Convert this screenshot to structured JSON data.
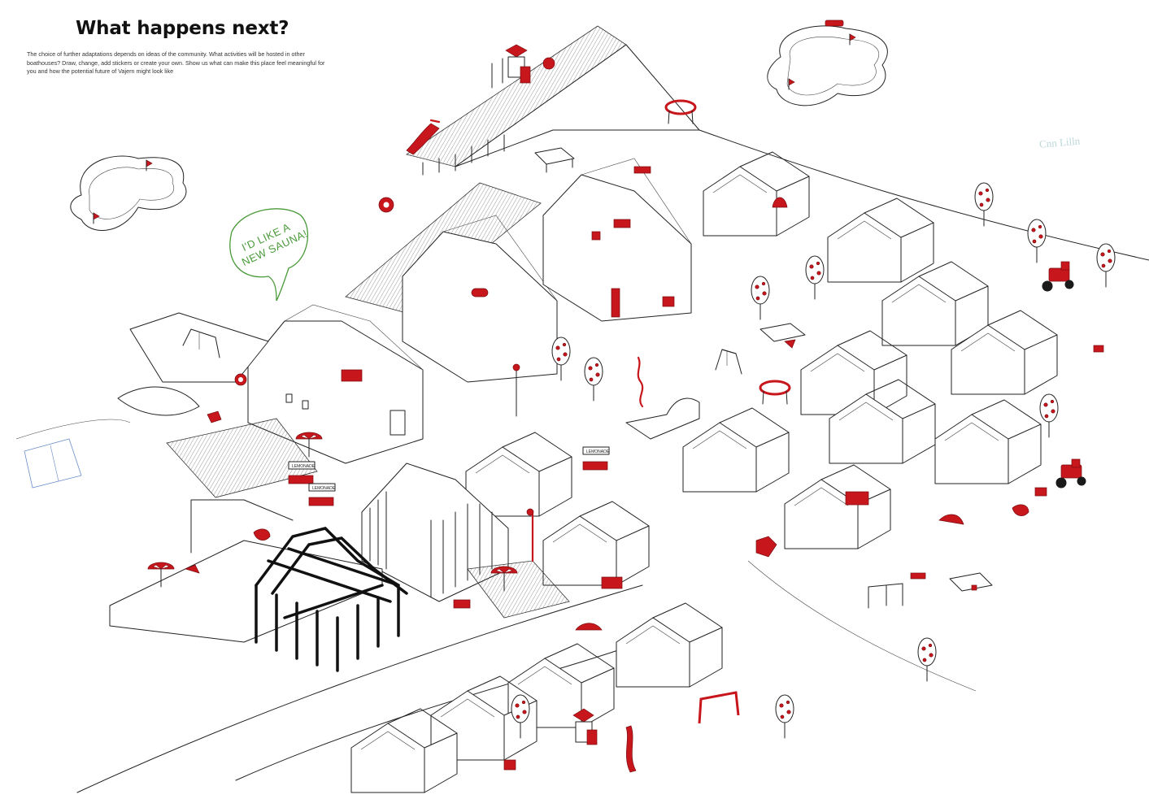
{
  "page": {
    "title": "What happens next?",
    "intro": "The choice of further adaptations depends on ideas of the community. What activities will be hosted in other boathouses? Draw, change, add stickers or create your own. Show us what can make this place feel meaningful for you and how the potential future of Vajern might look like"
  },
  "annotations": {
    "speech_bubble_line1": "I'D LIKE A",
    "speech_bubble_line2": "NEW SAUNA!",
    "handwritten_note": "Cnn Lilln"
  },
  "signs": {
    "sign_a": "LEMONADE",
    "sign_b": "LEMONADE",
    "sign_c": "LEMONADE"
  },
  "colors": {
    "accent_red": "#c8161d",
    "line_ink": "#222222",
    "handwriting_green": "#4a9a3a",
    "faint_note": "#bcd7d9",
    "background": "#ffffff"
  },
  "icons": {
    "minigolf": "minigolf-course-icon",
    "slide": "slide-icon",
    "swing": "swing-set-icon",
    "ping_pong": "ping-pong-table-icon",
    "trampoline": "trampoline-icon",
    "tractor": "tractor-icon",
    "tree": "tree-icon",
    "umbrella": "parasol-icon",
    "lifebuoy": "lifebuoy-icon",
    "cow": "cow-icon"
  }
}
